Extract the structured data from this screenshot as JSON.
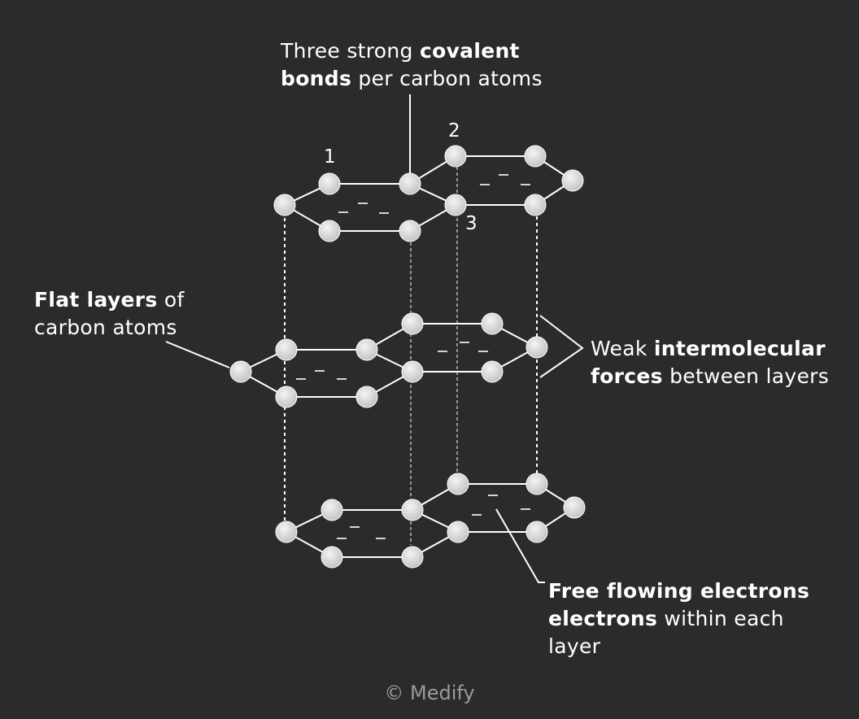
{
  "labels": {
    "covalent": {
      "line1_prefix": "Three strong ",
      "line1_bold": "covalent",
      "line2_bold": "bonds",
      "line2_suffix": " per carbon atoms"
    },
    "flat": {
      "line1_bold": "Flat layers",
      "line1_suffix": " of",
      "line2": "carbon atoms"
    },
    "weak": {
      "line1_prefix": "Weak ",
      "line1_bold": "intermolecular",
      "line2_bold": "forces",
      "line2_suffix": " between layers"
    },
    "free": {
      "line1_bold": "Free flowing electrons",
      "line2_bold": "electrons",
      "line2_suffix": " within each",
      "line3": "layer"
    }
  },
  "bond_numbers": [
    "1",
    "2",
    "3"
  ],
  "copyright": "© Medify",
  "colors": {
    "background": "#2b2b2d",
    "line": "#ffffff",
    "atom": "#d9d9db",
    "copyright": "#9a9a9c"
  }
}
